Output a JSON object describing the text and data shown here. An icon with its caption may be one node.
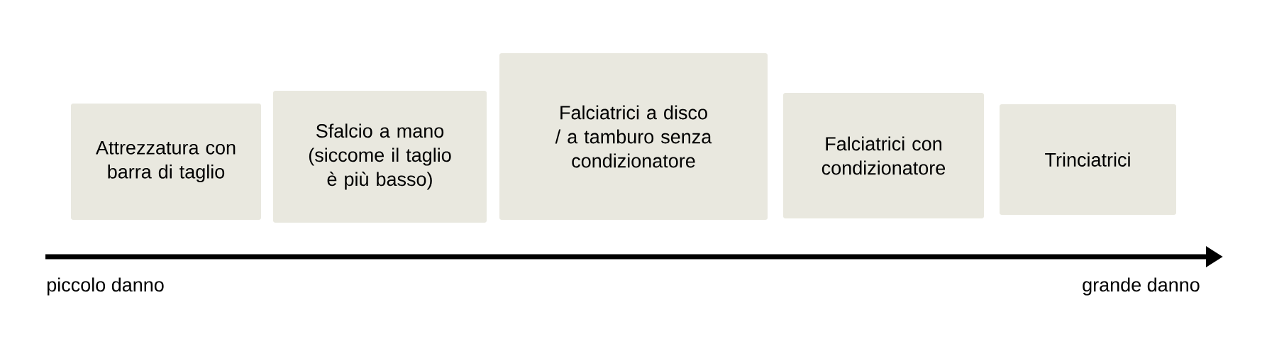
{
  "diagram": {
    "nodes": [
      {
        "text": [
          "Attrezzatura con barra di taglio"
        ]
      },
      {
        "text": [
          "Sfalcio a mano (siccome il taglio è più basso)"
        ]
      },
      {
        "text": [
          "Falciatrici a disco / a tamburo senza condizionatore"
        ]
      },
      {
        "text": [
          "Falciatrici con condizionatore"
        ]
      },
      {
        "text": [
          "Trinciatrici"
        ]
      }
    ],
    "edges": [],
    "labels": [
      "piccolo danno",
      "grande danno"
    ]
  }
}
